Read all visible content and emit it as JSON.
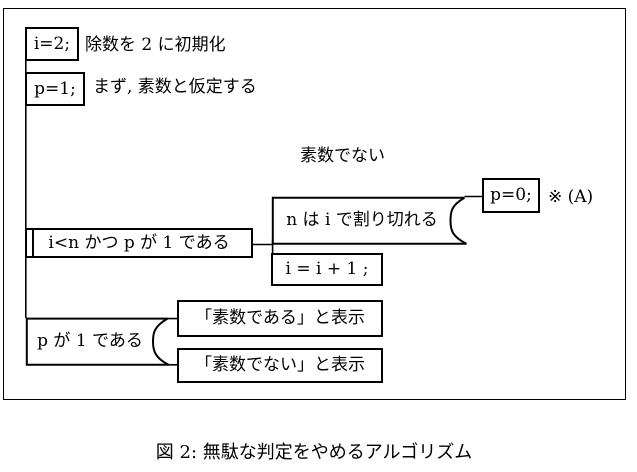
{
  "diagram": {
    "type": "PAD-flowchart",
    "nodes": {
      "init_divisor": {
        "label": "i=2;",
        "comment": "除数を 2 に初期化"
      },
      "init_flag": {
        "label": "p=1;",
        "comment": "まず, 素数と仮定する"
      },
      "loop_condition": {
        "label": "i<n かつ p が 1 である"
      },
      "divisible_test": {
        "label": "n は i で割り切れる"
      },
      "branch_label": {
        "label": "素数でない"
      },
      "set_flag_zero": {
        "label": "p=0;",
        "annotation": "※ (A)"
      },
      "increment": {
        "label": "i = i + 1 ;"
      },
      "final_test": {
        "label": "p が 1 である"
      },
      "show_prime": {
        "label": "「素数である」と表示"
      },
      "show_not_prime": {
        "label": "「素数でない」と表示"
      }
    },
    "caption": "図 2: 無駄な判定をやめるアルゴリズム",
    "colors": {
      "ink": "#000000",
      "background": "#ffffff"
    }
  }
}
